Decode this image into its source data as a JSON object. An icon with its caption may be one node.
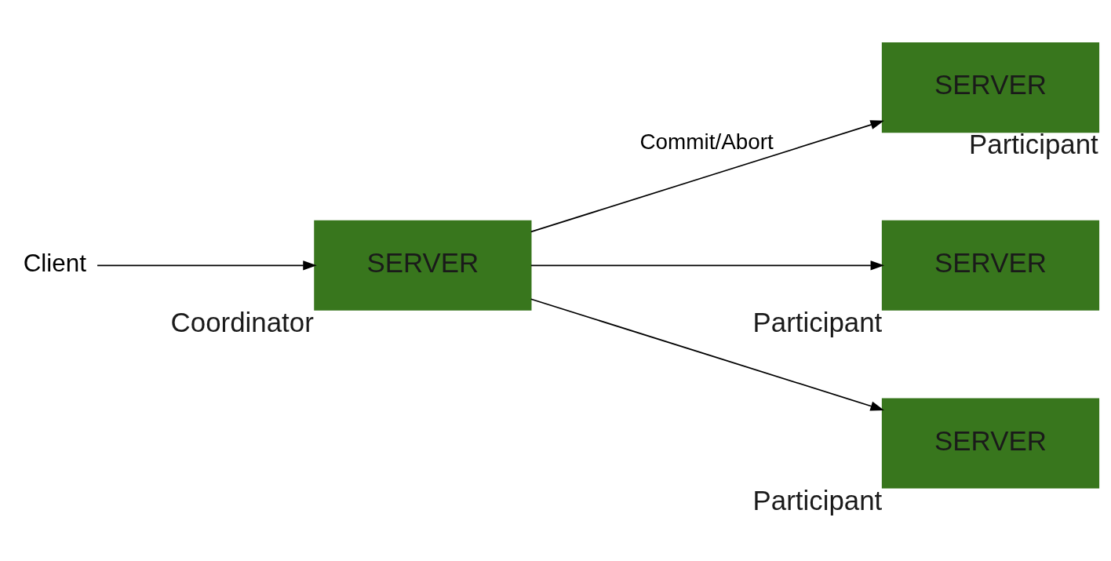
{
  "diagram": {
    "nodes": [
      {
        "text": [
          "Client"
        ]
      },
      {
        "text": [
          "SERVER"
        ],
        "beside": [
          "Coordinator"
        ]
      },
      {
        "text": [
          "SERVER"
        ],
        "beside": [
          "Participant"
        ]
      },
      {
        "text": [
          "SERVER"
        ],
        "beside": [
          "Participant"
        ]
      },
      {
        "text": [
          "SERVER"
        ],
        "beside": [
          "Participant"
        ]
      }
    ],
    "edges": [
      {
        "from": 0,
        "to": 1,
        "arrow": "to"
      },
      {
        "from": 1,
        "to": 2,
        "arrow": "to",
        "label": "Commit/Abort"
      },
      {
        "from": 1,
        "to": 3,
        "arrow": "to"
      },
      {
        "from": 1,
        "to": 4,
        "arrow": "to"
      }
    ]
  }
}
